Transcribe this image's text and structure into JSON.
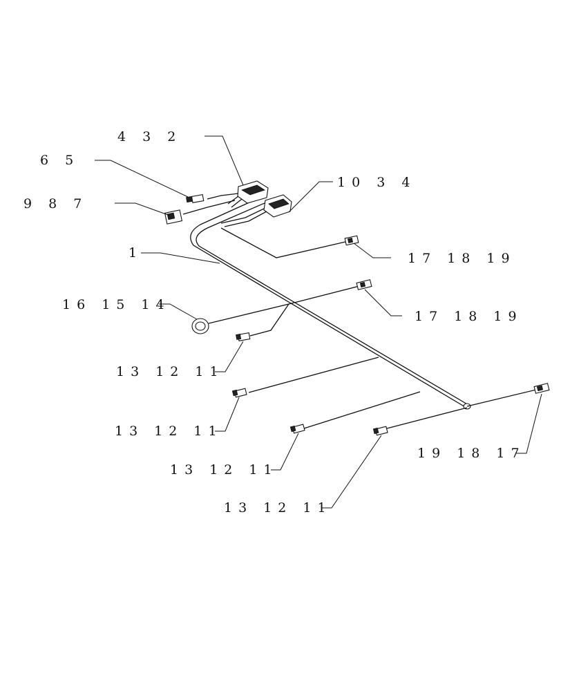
{
  "callouts": {
    "c_4_3_2": "4  3  2",
    "c_6_5": "6  5",
    "c_9_8_7": "9  8  7",
    "c_10_3_4": "10 3 4",
    "c_1": "1",
    "c_17_18_19_a": "17 18 19",
    "c_17_18_19_b": "17 18 19",
    "c_16_15_14": "16 15 14",
    "c_13_12_11_a": "13 12 11",
    "c_13_12_11_b": "13 12 11",
    "c_13_12_11_c": "13 12 11",
    "c_13_12_11_d": "13 12 11",
    "c_19_18_17": "19 18 17"
  }
}
